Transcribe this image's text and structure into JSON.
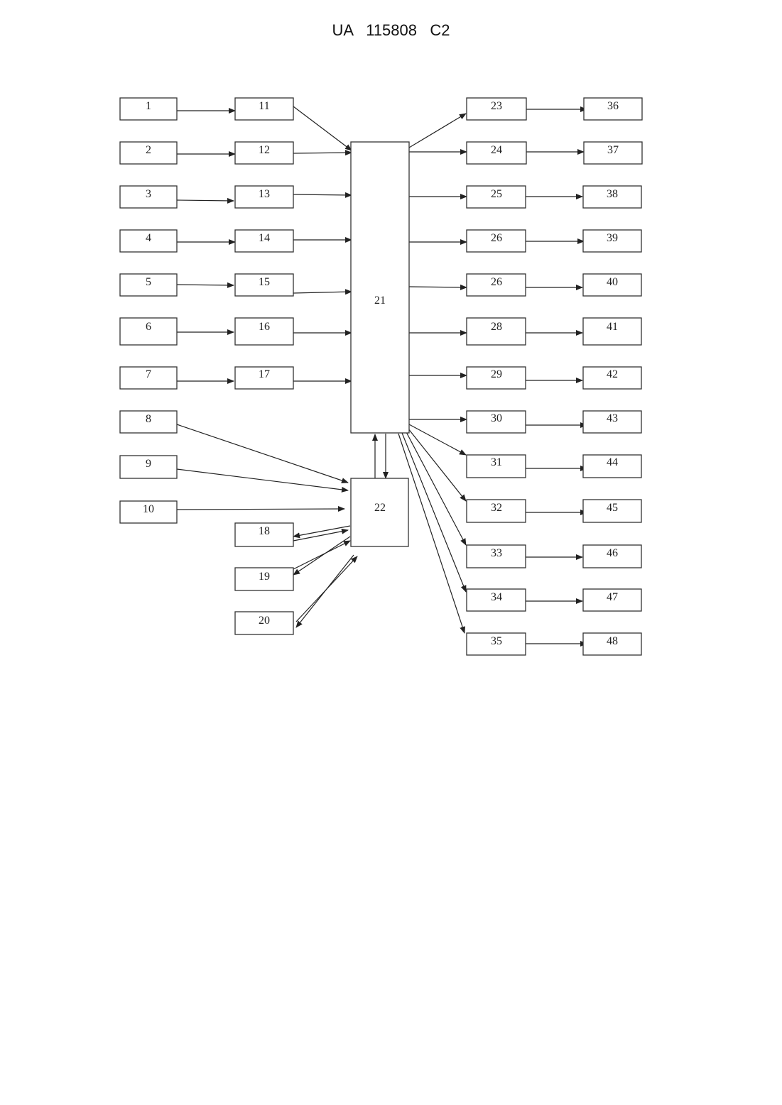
{
  "header": {
    "title": "UA   115808   C2"
  },
  "diagram": {
    "blocks": [
      "1",
      "2",
      "3",
      "4",
      "5",
      "6",
      "7",
      "8",
      "9",
      "10",
      "11",
      "12",
      "13",
      "14",
      "15",
      "16",
      "17",
      "18",
      "19",
      "20",
      "21",
      "22",
      "23",
      "24",
      "25",
      "26",
      "26",
      "28",
      "29",
      "30",
      "31",
      "32",
      "33",
      "34",
      "35",
      "36",
      "37",
      "38",
      "39",
      "40",
      "41",
      "42",
      "43",
      "44",
      "45",
      "46",
      "47",
      "48"
    ],
    "connections": [
      [
        "1",
        "11"
      ],
      [
        "2",
        "12"
      ],
      [
        "3",
        "13"
      ],
      [
        "4",
        "14"
      ],
      [
        "5",
        "15"
      ],
      [
        "6",
        "16"
      ],
      [
        "7",
        "17"
      ],
      [
        "11",
        "21"
      ],
      [
        "12",
        "21"
      ],
      [
        "13",
        "21"
      ],
      [
        "14",
        "21"
      ],
      [
        "15",
        "21"
      ],
      [
        "16",
        "21"
      ],
      [
        "17",
        "21"
      ],
      [
        "8",
        "22"
      ],
      [
        "9",
        "22"
      ],
      [
        "10",
        "22"
      ],
      [
        "22",
        "18"
      ],
      [
        "18",
        "22"
      ],
      [
        "22",
        "19"
      ],
      [
        "19",
        "22"
      ],
      [
        "22",
        "20"
      ],
      [
        "20",
        "22"
      ],
      [
        "22",
        "21"
      ],
      [
        "21",
        "22"
      ],
      [
        "21",
        "23"
      ],
      [
        "21",
        "24"
      ],
      [
        "21",
        "25"
      ],
      [
        "21",
        "26"
      ],
      [
        "21",
        "26"
      ],
      [
        "21",
        "28"
      ],
      [
        "21",
        "29"
      ],
      [
        "21",
        "30"
      ],
      [
        "21",
        "31"
      ],
      [
        "21",
        "32"
      ],
      [
        "21",
        "33"
      ],
      [
        "21",
        "34"
      ],
      [
        "21",
        "35"
      ],
      [
        "23",
        "36"
      ],
      [
        "24",
        "37"
      ],
      [
        "25",
        "38"
      ],
      [
        "26",
        "39"
      ],
      [
        "26",
        "40"
      ],
      [
        "28",
        "41"
      ],
      [
        "29",
        "42"
      ],
      [
        "30",
        "43"
      ],
      [
        "31",
        "44"
      ],
      [
        "32",
        "45"
      ],
      [
        "33",
        "46"
      ],
      [
        "34",
        "47"
      ],
      [
        "35",
        "48"
      ]
    ]
  }
}
